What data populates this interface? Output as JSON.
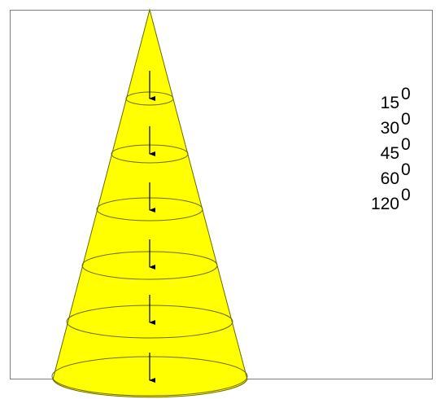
{
  "angle_labels": [
    {
      "base": "15",
      "superscript": "0"
    },
    {
      "base": "30",
      "superscript": "0"
    },
    {
      "base": "45",
      "superscript": "0"
    },
    {
      "base": "60",
      "superscript": "0"
    },
    {
      "base": "120",
      "superscript": "0"
    }
  ],
  "colors": {
    "beam_fill": "#FFFF00",
    "outline": "#6b6b00",
    "frame": "#7f7f7f",
    "arrow": "#000000"
  }
}
